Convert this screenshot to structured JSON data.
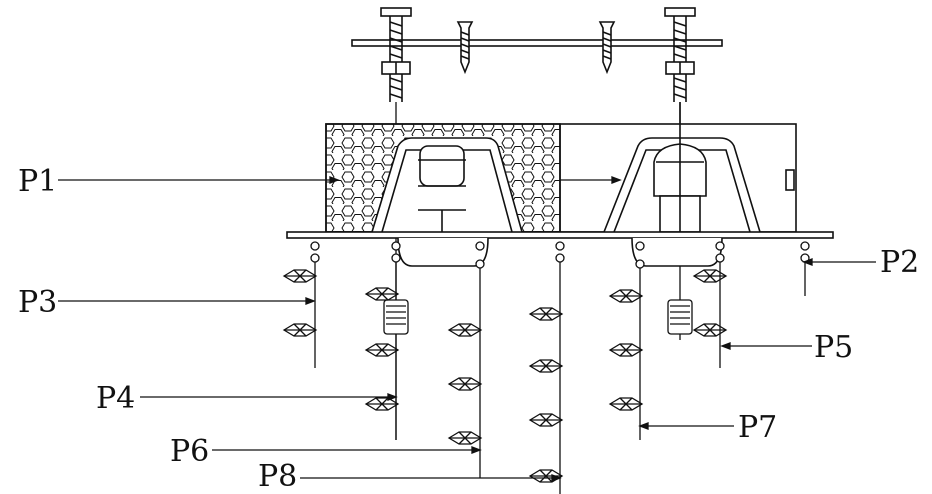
{
  "diagram": {
    "labels": {
      "p1": "P1",
      "p2": "P2",
      "p3": "P3",
      "p4": "P4",
      "p5": "P5",
      "p6": "P6",
      "p7": "P7",
      "p8": "P8"
    },
    "colors": {
      "line": "#111111",
      "background": "#ffffff"
    }
  }
}
